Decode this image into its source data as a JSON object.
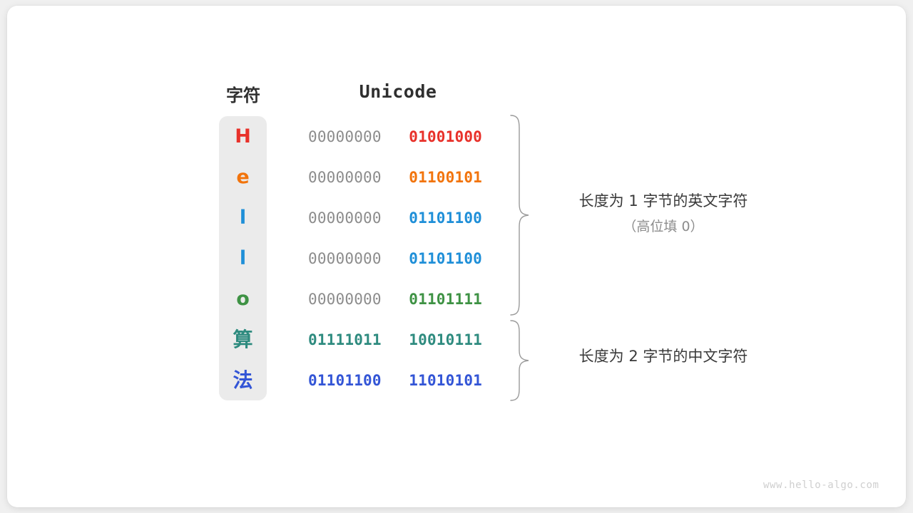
{
  "table": {
    "headers": {
      "character": "字符",
      "unicode": "Unicode"
    },
    "rows": [
      {
        "char": "H",
        "color": "#e8312a",
        "high_byte": "00000000",
        "low_byte": "01001000",
        "high_gray": true
      },
      {
        "char": "e",
        "color": "#f2740c",
        "high_byte": "00000000",
        "low_byte": "01100101",
        "high_gray": true
      },
      {
        "char": "l",
        "color": "#1f8fd8",
        "high_byte": "00000000",
        "low_byte": "01101100",
        "high_gray": true
      },
      {
        "char": "l",
        "color": "#1f8fd8",
        "high_byte": "00000000",
        "low_byte": "01101100",
        "high_gray": true
      },
      {
        "char": "o",
        "color": "#3e9244",
        "high_byte": "00000000",
        "low_byte": "01101111",
        "high_gray": true
      },
      {
        "char": "算",
        "color": "#2e8b7f",
        "high_byte": "01111011",
        "low_byte": "10010111",
        "high_gray": false
      },
      {
        "char": "法",
        "color": "#3355d6",
        "high_byte": "01101100",
        "low_byte": "11010101",
        "high_gray": false
      }
    ]
  },
  "annotations": {
    "group1": {
      "main": "长度为 1 字节的英文字符",
      "sub": "（高位填 0）"
    },
    "group2": {
      "main": "长度为 2 字节的中文字符"
    }
  },
  "watermark": "www.hello-algo.com",
  "theme": {
    "background": "#f0f0f0",
    "card": "#ffffff",
    "char_box": "#ebebeb",
    "gray_byte": "#8c8c8c",
    "brace": "#9a9a9a",
    "header_text": "#2f2f2f"
  }
}
